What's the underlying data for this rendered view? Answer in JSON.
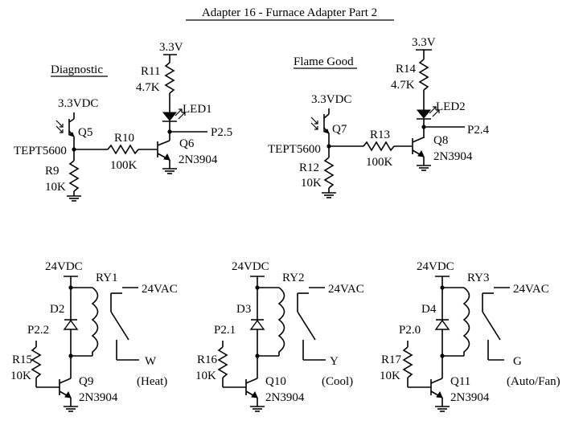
{
  "title": "Adapter 16 - Furnace Adapter Part 2",
  "diagnostic": {
    "section_label": "Diagnostic",
    "vcc_label": "3.3V",
    "r11_name": "R11",
    "r11_value": "4.7K",
    "led_name": "LED1",
    "port_label": "P2.5",
    "sensor_vcc_label": "3.3VDC",
    "phototransistor_name": "Q5",
    "phototransistor_part": "TEPT5600",
    "r10_name": "R10",
    "r10_value": "100K",
    "transistor_name": "Q6",
    "transistor_part": "2N3904",
    "r9_name": "R9",
    "r9_value": "10K"
  },
  "flame_good": {
    "section_label": "Flame Good",
    "vcc_label": "3.3V",
    "r14_name": "R14",
    "r14_value": "4.7K",
    "led_name": "LED2",
    "port_label": "P2.4",
    "sensor_vcc_label": "3.3VDC",
    "phototransistor_name": "Q7",
    "phototransistor_part": "TEPT5600",
    "r13_name": "R13",
    "r13_value": "100K",
    "transistor_name": "Q8",
    "transistor_part": "2N3904",
    "r12_name": "R12",
    "r12_value": "10K"
  },
  "relays": [
    {
      "vdc_label": "24VDC",
      "relay_name": "RY1",
      "vac_label": "24VAC",
      "diode_name": "D2",
      "port_label": "P2.2",
      "resistor_name": "R15",
      "resistor_value": "10K",
      "output_label": "W",
      "transistor_name": "Q9",
      "transistor_part": "2N3904",
      "function_label": "(Heat)"
    },
    {
      "vdc_label": "24VDC",
      "relay_name": "RY2",
      "vac_label": "24VAC",
      "diode_name": "D3",
      "port_label": "P2.1",
      "resistor_name": "R16",
      "resistor_value": "10K",
      "output_label": "Y",
      "transistor_name": "Q10",
      "transistor_part": "2N3904",
      "function_label": "(Cool)"
    },
    {
      "vdc_label": "24VDC",
      "relay_name": "RY3",
      "vac_label": "24VAC",
      "diode_name": "D4",
      "port_label": "P2.0",
      "resistor_name": "R17",
      "resistor_value": "10K",
      "output_label": "G",
      "transistor_name": "Q11",
      "transistor_part": "2N3904",
      "function_label": "(Auto/Fan)"
    }
  ]
}
